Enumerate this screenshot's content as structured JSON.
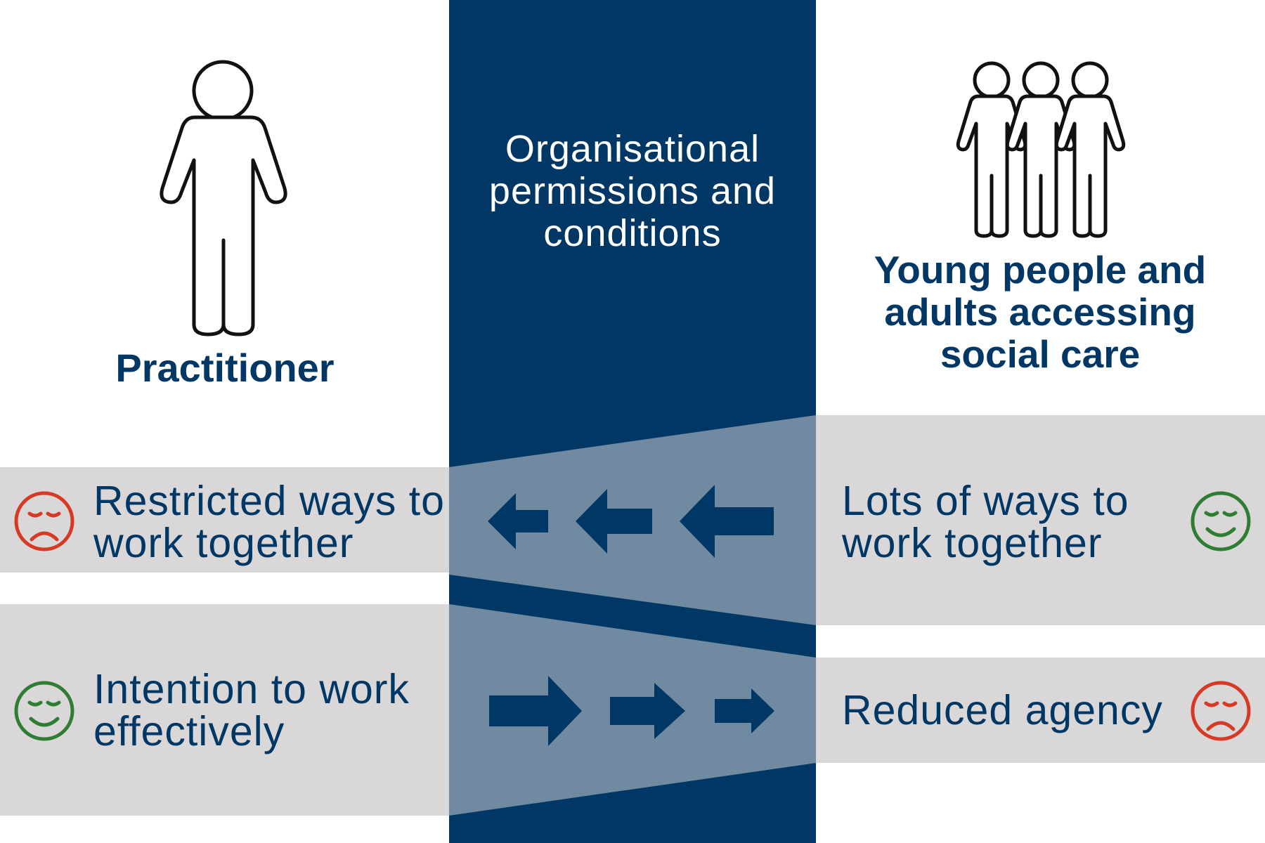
{
  "colors": {
    "navy": "#003764",
    "light_band": "#d9d7d7",
    "overlay": "#6f8aa1",
    "happy": "#2e7d32",
    "sad": "#d63a25"
  },
  "center": {
    "title": "Organisational permissions and conditions"
  },
  "practitioner": {
    "icon": "person-icon",
    "title": "Practitioner"
  },
  "people": {
    "icon": "group-of-people-icon",
    "title": "Young people and adults accessing social care"
  },
  "rows": {
    "top": {
      "left_text": "Restricted ways to work together",
      "left_face": "sad-face-icon",
      "right_text": "Lots of ways to work together",
      "right_face": "happy-face-icon",
      "arrow_direction": "left"
    },
    "bottom": {
      "left_text": "Intention to work effectively",
      "left_face": "happy-face-icon",
      "right_text": "Reduced agency",
      "right_face": "sad-face-icon",
      "arrow_direction": "right"
    }
  }
}
